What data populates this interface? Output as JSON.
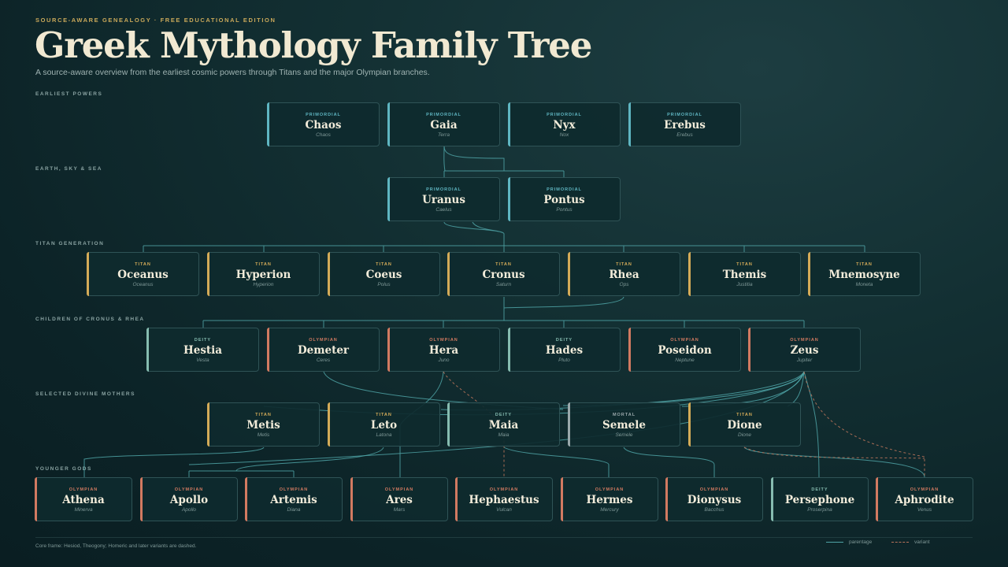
{
  "header": {
    "eyebrow": "SOURCE-AWARE GENEALOGY · FREE EDUCATIONAL EDITION",
    "title": "Greek Mythology Family Tree",
    "subtitle": "A source-aware overview from the earliest cosmic powers through Titans and the major Olympian branches."
  },
  "sections": [
    {
      "id": "earliest",
      "label": "EARLIEST POWERS"
    },
    {
      "id": "earth",
      "label": "EARTH, SKY & SEA"
    },
    {
      "id": "titans",
      "label": "TITAN GENERATION"
    },
    {
      "id": "children",
      "label": "CHILDREN OF CRONUS & RHEA"
    },
    {
      "id": "mothers",
      "label": "SELECTED DIVINE MOTHERS"
    },
    {
      "id": "younger",
      "label": "YOUNGER GODS"
    }
  ],
  "kind_colors": {
    "PRIMORDIAL": "#5fb6c2",
    "TITAN": "#d4ab58",
    "DEITY": "#86bcb0",
    "OLYMPIAN": "#d27a61",
    "MORTAL": "#9aa8ab"
  },
  "nodes": [
    {
      "id": "chaos",
      "kind": "PRIMORDIAL",
      "name": "Chaos",
      "roman": "Chaos"
    },
    {
      "id": "gaia",
      "kind": "PRIMORDIAL",
      "name": "Gaia",
      "roman": "Terra"
    },
    {
      "id": "nyx",
      "kind": "PRIMORDIAL",
      "name": "Nyx",
      "roman": "Nox"
    },
    {
      "id": "erebus",
      "kind": "PRIMORDIAL",
      "name": "Erebus",
      "roman": "Erebus"
    },
    {
      "id": "uranus",
      "kind": "PRIMORDIAL",
      "name": "Uranus",
      "roman": "Caelus"
    },
    {
      "id": "pontus",
      "kind": "PRIMORDIAL",
      "name": "Pontus",
      "roman": "Pontus"
    },
    {
      "id": "oceanus",
      "kind": "TITAN",
      "name": "Oceanus",
      "roman": "Oceanus"
    },
    {
      "id": "hyperion",
      "kind": "TITAN",
      "name": "Hyperion",
      "roman": "Hyperion"
    },
    {
      "id": "coeus",
      "kind": "TITAN",
      "name": "Coeus",
      "roman": "Polus"
    },
    {
      "id": "cronus",
      "kind": "TITAN",
      "name": "Cronus",
      "roman": "Saturn"
    },
    {
      "id": "rhea",
      "kind": "TITAN",
      "name": "Rhea",
      "roman": "Ops"
    },
    {
      "id": "themis",
      "kind": "TITAN",
      "name": "Themis",
      "roman": "Justitia"
    },
    {
      "id": "mnemosyne",
      "kind": "TITAN",
      "name": "Mnemosyne",
      "roman": "Moneta"
    },
    {
      "id": "hestia",
      "kind": "DEITY",
      "name": "Hestia",
      "roman": "Vesta"
    },
    {
      "id": "demeter",
      "kind": "OLYMPIAN",
      "name": "Demeter",
      "roman": "Ceres"
    },
    {
      "id": "hera",
      "kind": "OLYMPIAN",
      "name": "Hera",
      "roman": "Juno"
    },
    {
      "id": "hades",
      "kind": "DEITY",
      "name": "Hades",
      "roman": "Pluto"
    },
    {
      "id": "poseidon",
      "kind": "OLYMPIAN",
      "name": "Poseidon",
      "roman": "Neptune"
    },
    {
      "id": "zeus",
      "kind": "OLYMPIAN",
      "name": "Zeus",
      "roman": "Jupiter"
    },
    {
      "id": "metis",
      "kind": "TITAN",
      "name": "Metis",
      "roman": "Metis"
    },
    {
      "id": "leto",
      "kind": "TITAN",
      "name": "Leto",
      "roman": "Latona"
    },
    {
      "id": "maia",
      "kind": "DEITY",
      "name": "Maia",
      "roman": "Maia"
    },
    {
      "id": "semele",
      "kind": "MORTAL",
      "name": "Semele",
      "roman": "Semele"
    },
    {
      "id": "dione",
      "kind": "TITAN",
      "name": "Dione",
      "roman": "Dione"
    },
    {
      "id": "athena",
      "kind": "OLYMPIAN",
      "name": "Athena",
      "roman": "Minerva"
    },
    {
      "id": "apollo",
      "kind": "OLYMPIAN",
      "name": "Apollo",
      "roman": "Apollo"
    },
    {
      "id": "artemis",
      "kind": "OLYMPIAN",
      "name": "Artemis",
      "roman": "Diana"
    },
    {
      "id": "ares",
      "kind": "OLYMPIAN",
      "name": "Ares",
      "roman": "Mars"
    },
    {
      "id": "hephaestus",
      "kind": "OLYMPIAN",
      "name": "Hephaestus",
      "roman": "Vulcan"
    },
    {
      "id": "hermes",
      "kind": "OLYMPIAN",
      "name": "Hermes",
      "roman": "Mercury"
    },
    {
      "id": "dionysus",
      "kind": "OLYMPIAN",
      "name": "Dionysus",
      "roman": "Bacchus"
    },
    {
      "id": "persephone",
      "kind": "DEITY",
      "name": "Persephone",
      "roman": "Proserpina"
    },
    {
      "id": "aphrodite",
      "kind": "OLYMPIAN",
      "name": "Aphrodite",
      "roman": "Venus"
    }
  ],
  "edges": [
    {
      "parents": [
        "gaia"
      ],
      "children": [
        "uranus",
        "pontus"
      ],
      "type": "parentage"
    },
    {
      "parents": [
        "gaia",
        "uranus"
      ],
      "children": [
        "oceanus",
        "hyperion",
        "coeus",
        "cronus",
        "rhea",
        "themis",
        "mnemosyne"
      ],
      "type": "parentage"
    },
    {
      "parents": [
        "cronus",
        "rhea"
      ],
      "children": [
        "hestia",
        "demeter",
        "hera",
        "hades",
        "poseidon",
        "zeus"
      ],
      "type": "parentage"
    },
    {
      "parents": [
        "zeus",
        "metis"
      ],
      "children": [
        "athena"
      ],
      "type": "parentage"
    },
    {
      "parents": [
        "zeus",
        "leto"
      ],
      "children": [
        "apollo",
        "artemis"
      ],
      "type": "parentage"
    },
    {
      "parents": [
        "zeus",
        "hera"
      ],
      "children": [
        "ares"
      ],
      "type": "parentage"
    },
    {
      "parents": [
        "hera"
      ],
      "children": [
        "hephaestus"
      ],
      "type": "variant"
    },
    {
      "parents": [
        "zeus",
        "maia"
      ],
      "children": [
        "hermes"
      ],
      "type": "parentage"
    },
    {
      "parents": [
        "zeus",
        "semele"
      ],
      "children": [
        "dionysus"
      ],
      "type": "parentage"
    },
    {
      "parents": [
        "zeus",
        "demeter"
      ],
      "children": [
        "persephone"
      ],
      "type": "parentage"
    },
    {
      "parents": [
        "zeus",
        "dione"
      ],
      "children": [
        "aphrodite"
      ],
      "type": "variant"
    }
  ],
  "footer": {
    "note": "Core frame: Hesiod, Theogony; Homeric and later variants are dashed."
  },
  "legend": {
    "parentage": "parentage",
    "variant": "variant"
  }
}
